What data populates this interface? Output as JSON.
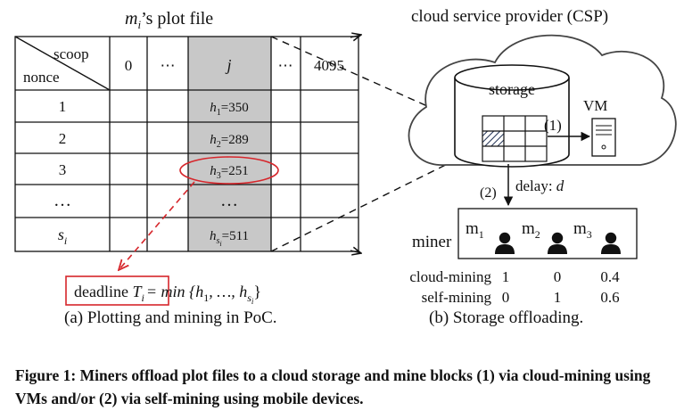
{
  "left": {
    "title": "m_i’s plot file",
    "title_parts": {
      "m": "m",
      "sub": "i",
      "rest": "’s plot file"
    },
    "header_scoop": "scoop",
    "header_nonce": "nonce",
    "columns": [
      "0",
      "⋯",
      "j",
      "⋯",
      "4095"
    ],
    "rows": [
      "1",
      "2",
      "3",
      "…",
      "s_i"
    ],
    "row_si": {
      "s": "s",
      "sub": "i"
    },
    "hash_cells": [
      {
        "h": "h",
        "sub": "1",
        "val": "=350"
      },
      {
        "h": "h",
        "sub": "2",
        "val": "=289"
      },
      {
        "h": "h",
        "sub": "3",
        "val": "=251"
      },
      {
        "h": "",
        "sub": "",
        "val": "…"
      },
      {
        "h": "h",
        "sub": "s",
        "subsub": "i",
        "val": "=511"
      }
    ],
    "deadline": {
      "prefix": "deadline ",
      "T": "T",
      "T_sub": "i",
      "formula": "= min {h",
      "f_sub1": "1",
      "mid": ", …, h",
      "f_sub2": "s",
      "f_subsub2": "i",
      "end": "}"
    }
  },
  "right": {
    "title": "cloud service provider (CSP)",
    "storage_label": "storage",
    "vm_label": "VM",
    "arrow1_label": "(1)",
    "arrow2_label": "(2)",
    "delay_label": "delay: ",
    "delay_var": "d",
    "miner_label": "miner",
    "miners": [
      {
        "m": "m",
        "sub": "1"
      },
      {
        "m": "m",
        "sub": "2"
      },
      {
        "m": "m",
        "sub": "3"
      }
    ],
    "table": [
      {
        "label": "cloud-mining",
        "values": [
          "1",
          "0",
          "0.4"
        ]
      },
      {
        "label": "self-mining",
        "values": [
          "0",
          "1",
          "0.6"
        ]
      }
    ]
  },
  "captions": {
    "a": "(a) Plotting and mining in PoC.",
    "b": "(b) Storage offloading.",
    "figure": "Figure 1: Miners offload plot files to a cloud storage and mine blocks (1) via cloud-mining using VMs and/or (2) via self-mining using mobile devices."
  },
  "colors": {
    "highlight_column": "#c8c8c8",
    "red": "#d6262b",
    "line": "#111111"
  }
}
